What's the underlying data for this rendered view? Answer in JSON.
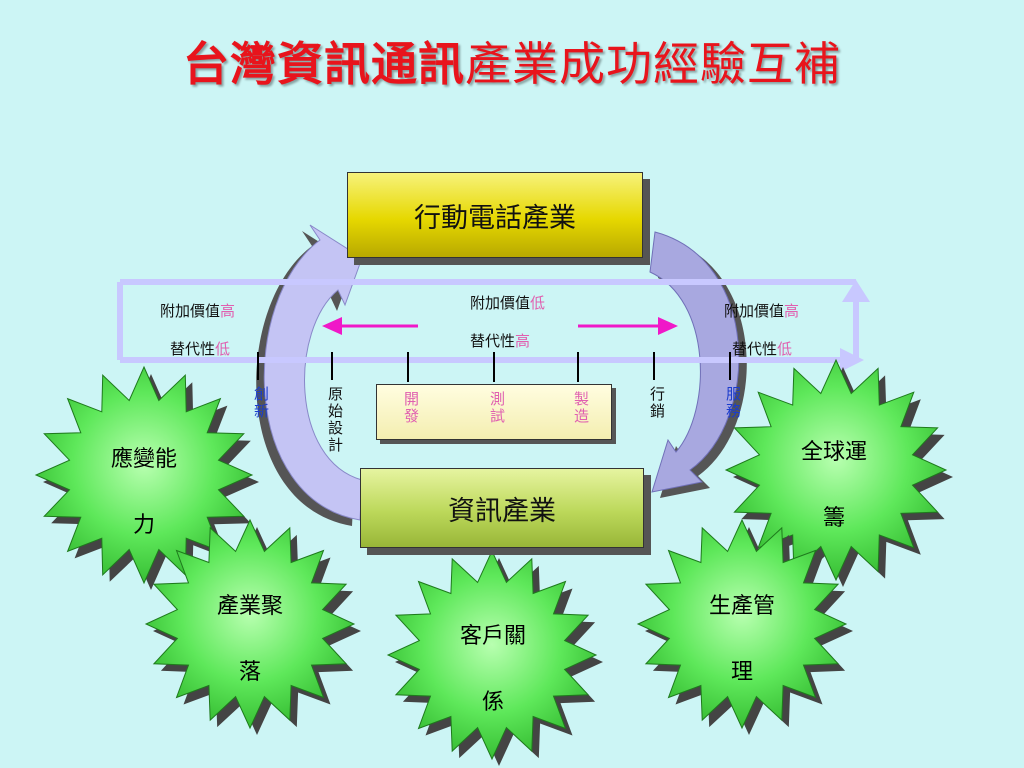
{
  "title": {
    "part1": "台灣資訊通訊",
    "part2": "產業成功經驗互補"
  },
  "boxes": {
    "mobile": "行動電話產業",
    "info": "資訊產業"
  },
  "process": {
    "develop": "開發",
    "test": "測試",
    "manufacture": "製造"
  },
  "stages": {
    "innovate": "創新",
    "original_design": "原始設計",
    "marketing": "行銷",
    "service": "服務"
  },
  "value_labels": {
    "left": {
      "value_added": "附加價值",
      "value_added_level": "高",
      "substitutability": "替代性",
      "substitutability_level": "低"
    },
    "center": {
      "value_added": "附加價值",
      "value_added_level": "低",
      "substitutability": "替代性",
      "substitutability_level": "高"
    },
    "right": {
      "value_added": "附加價值",
      "value_added_level": "高",
      "substitutability": "替代性",
      "substitutability_level": "低"
    }
  },
  "stars": {
    "adaptability": [
      "應變能",
      "力"
    ],
    "global": [
      "全球運",
      "籌"
    ],
    "cluster": [
      "產業聚",
      "落"
    ],
    "customer": [
      "客戶關",
      "係"
    ],
    "production": [
      "生產管",
      "理"
    ]
  },
  "colors": {
    "title": "#e8141c",
    "star_fill": "#5ee85a",
    "magenta_arrow": "#f018c8",
    "frame": "#c8c8ff"
  }
}
